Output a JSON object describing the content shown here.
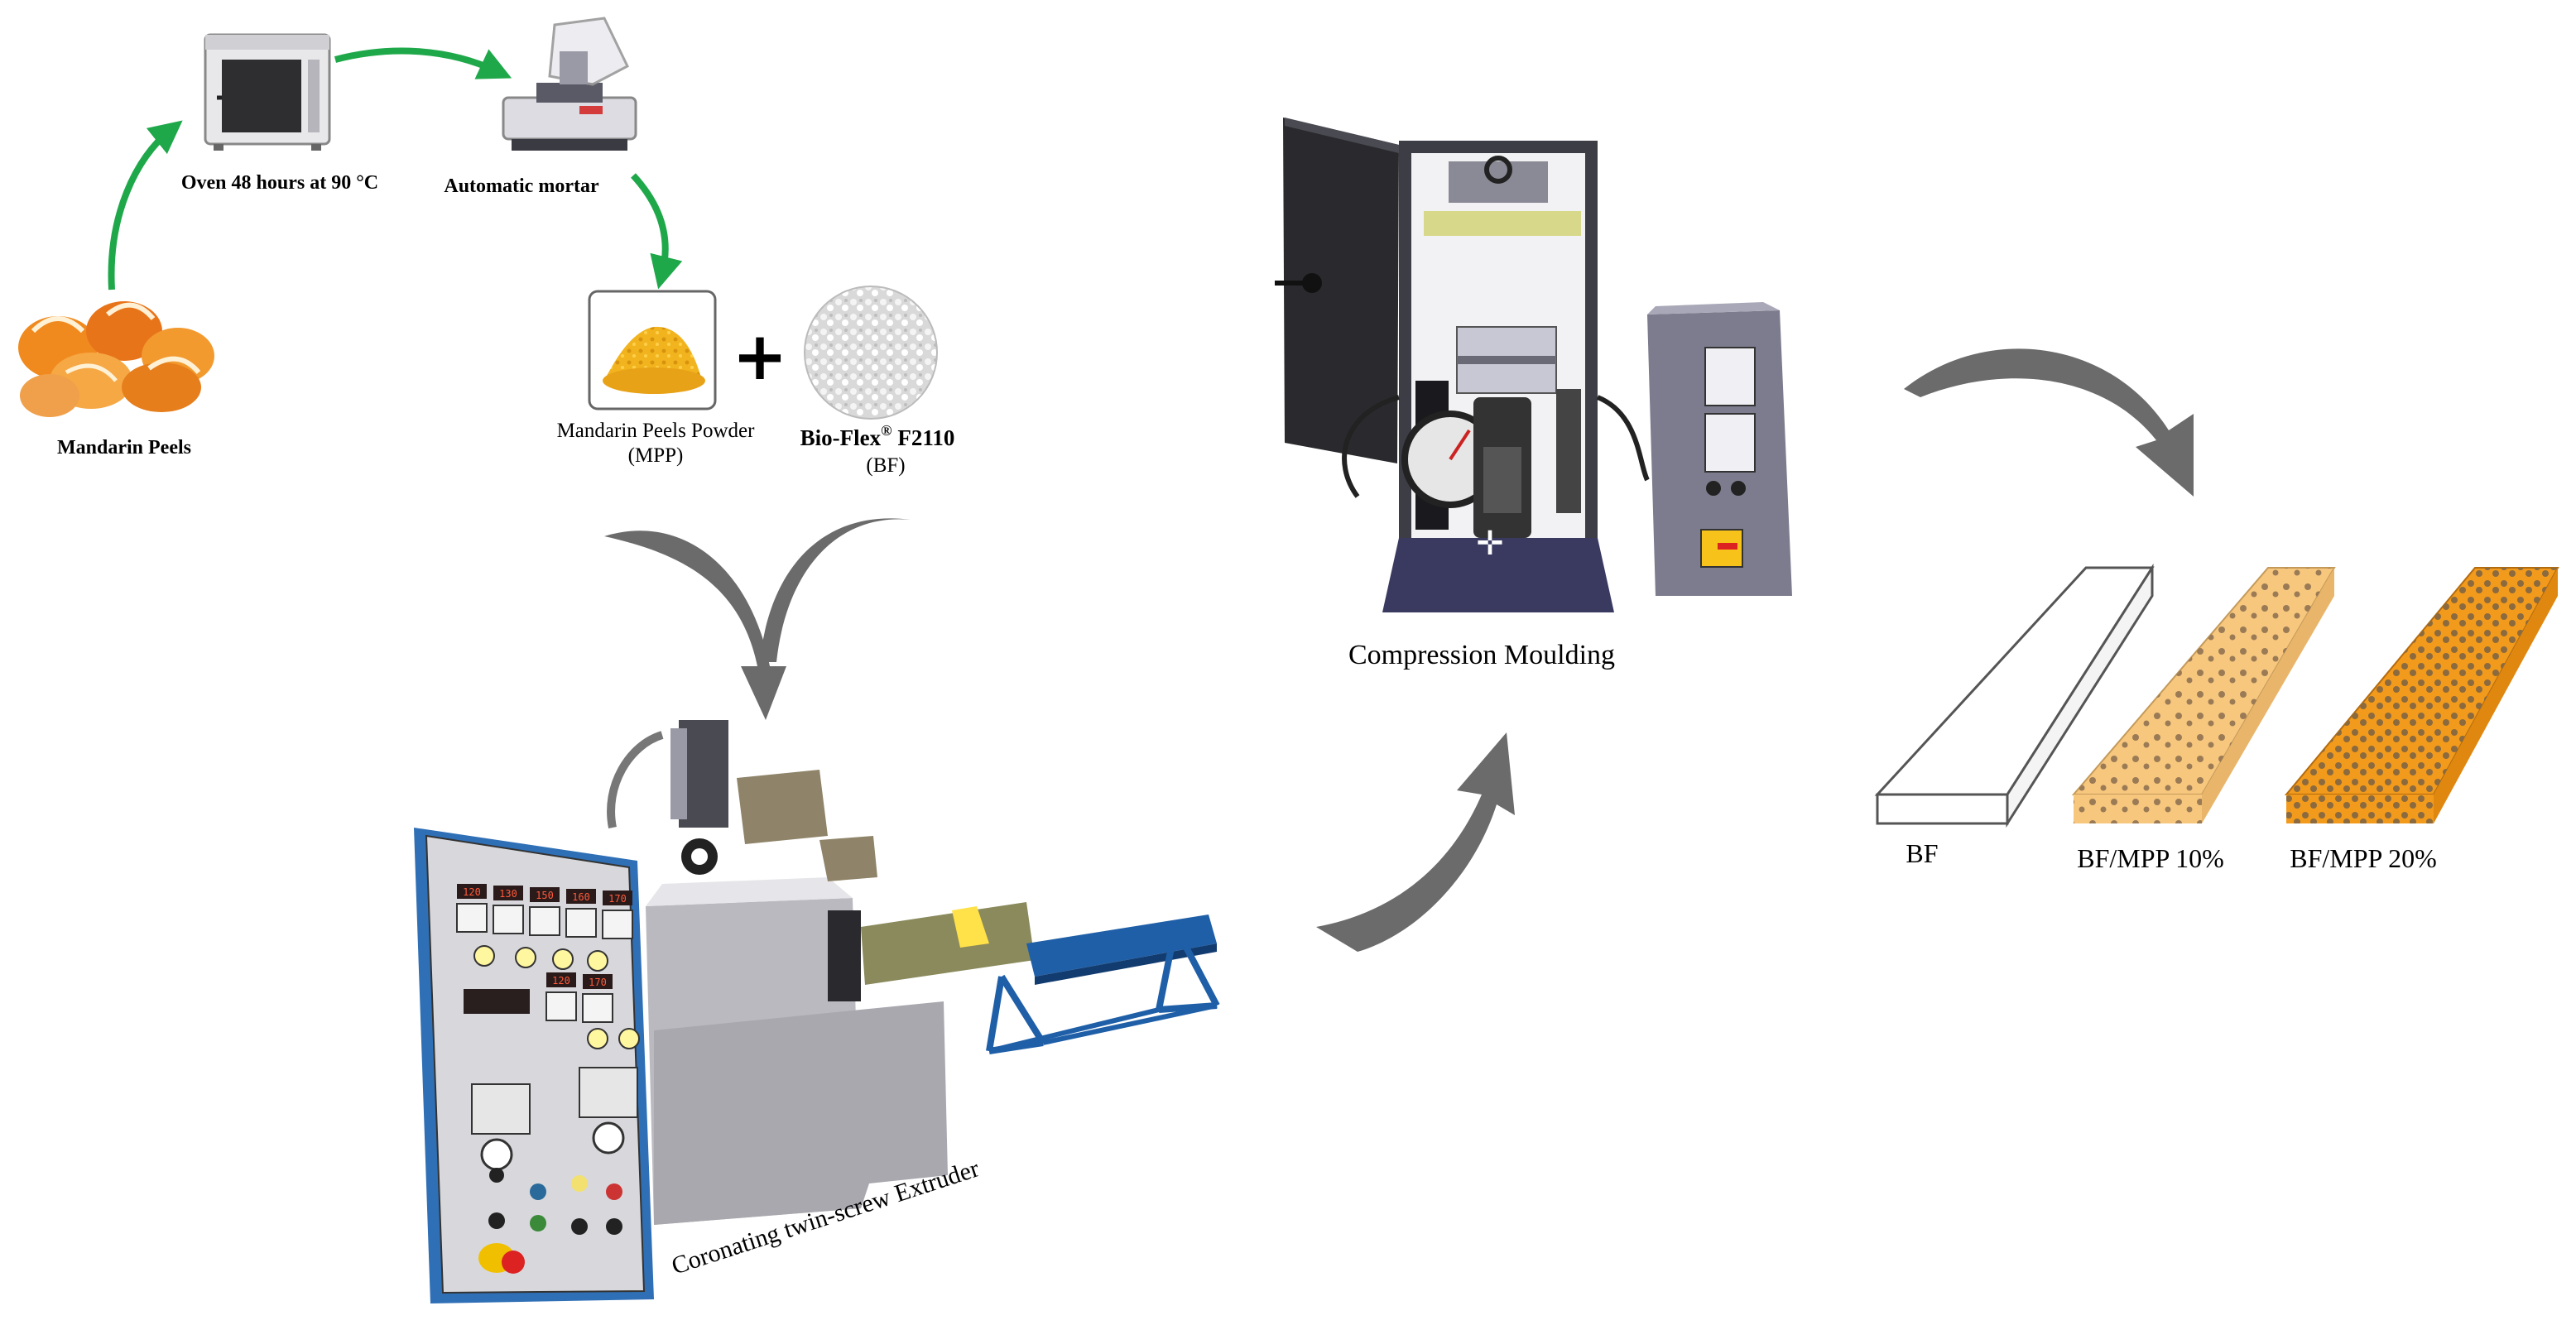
{
  "labels": {
    "mandarin_peels": "Mandarin Peels",
    "oven": "Oven 48 hours at 90 °C",
    "mortar": "Automatic mortar",
    "mpp_line1": "Mandarin Peels Powder",
    "mpp_line2": "(MPP)",
    "bioflex_line1_prefix": "Bio-Flex",
    "bioflex_reg": "®",
    "bioflex_line1_suffix": " F2110",
    "bioflex_line2": "(BF)",
    "plus": "+",
    "extruder": "Coronating twin-screw Extruder",
    "compression": "Compression Moulding",
    "bf": "BF",
    "bf_mpp10": "BF/MPP 10%",
    "bf_mpp20": "BF/MPP 20%"
  },
  "panel": {
    "displays_row1": [
      "120",
      "130",
      "150",
      "160",
      "170"
    ],
    "displays_row2": [
      "120",
      "170"
    ]
  },
  "colors": {
    "green_arrow": "#1fa84a",
    "gray_arrow": "#6b6b6b",
    "orange_peel": "#f08a1e",
    "powder_yellow": "#f2b41e",
    "sample_10": "#f7c77e",
    "sample_20": "#f29a1c",
    "panel_blue": "#2f6fb5",
    "rack_blue": "#1f5fa8"
  }
}
